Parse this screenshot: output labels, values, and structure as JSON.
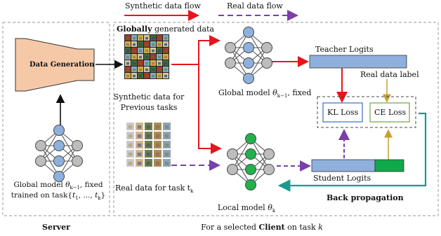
{
  "legend": {
    "synthetic_flow": "Synthetic data flow",
    "real_flow": "Real data flow"
  },
  "server": {
    "title": "Server",
    "generator_label": "Data Generation",
    "model_caption_line1": "Global model θ_{k−1}, fixed",
    "model_caption_line2": "trained on task{t_1, ..., t_k}"
  },
  "client": {
    "title_prefix": "For a selected ",
    "title_bold": "Client",
    "title_suffix": " on task k",
    "global_data_bold": "Globally",
    "global_data_rest": " generated data",
    "synthetic_caption_line1": "Synthetic data for",
    "synthetic_caption_line2": "Previous tasks",
    "real_caption": "Real data for task t_k",
    "global_model_caption": "Global model θ_{k−1}, fixed",
    "local_model_caption": "Local model θ_k",
    "teacher_logits": "Teacher Logits",
    "student_logits": "Student Logits",
    "real_label": "Real data label",
    "kl_loss": "KL Loss",
    "ce_loss": "CE Loss",
    "back_propagation": "Back propagation"
  },
  "colors": {
    "synthetic_arrow": "#e8141c",
    "real_arrow": "#7a3fa8",
    "teal": "#159b8e",
    "logit_blue": "#8fb0dc",
    "logit_green": "#0fa94a",
    "generator_fill": "#f5c9a8",
    "node_blue": "#8fb0dc",
    "node_green": "#22b14c",
    "node_gray": "#bdbdbd",
    "label_arrow": "#c8a030"
  },
  "icons": [
    "synthetic-image-grid",
    "real-image-grid",
    "neural-network-icon"
  ]
}
